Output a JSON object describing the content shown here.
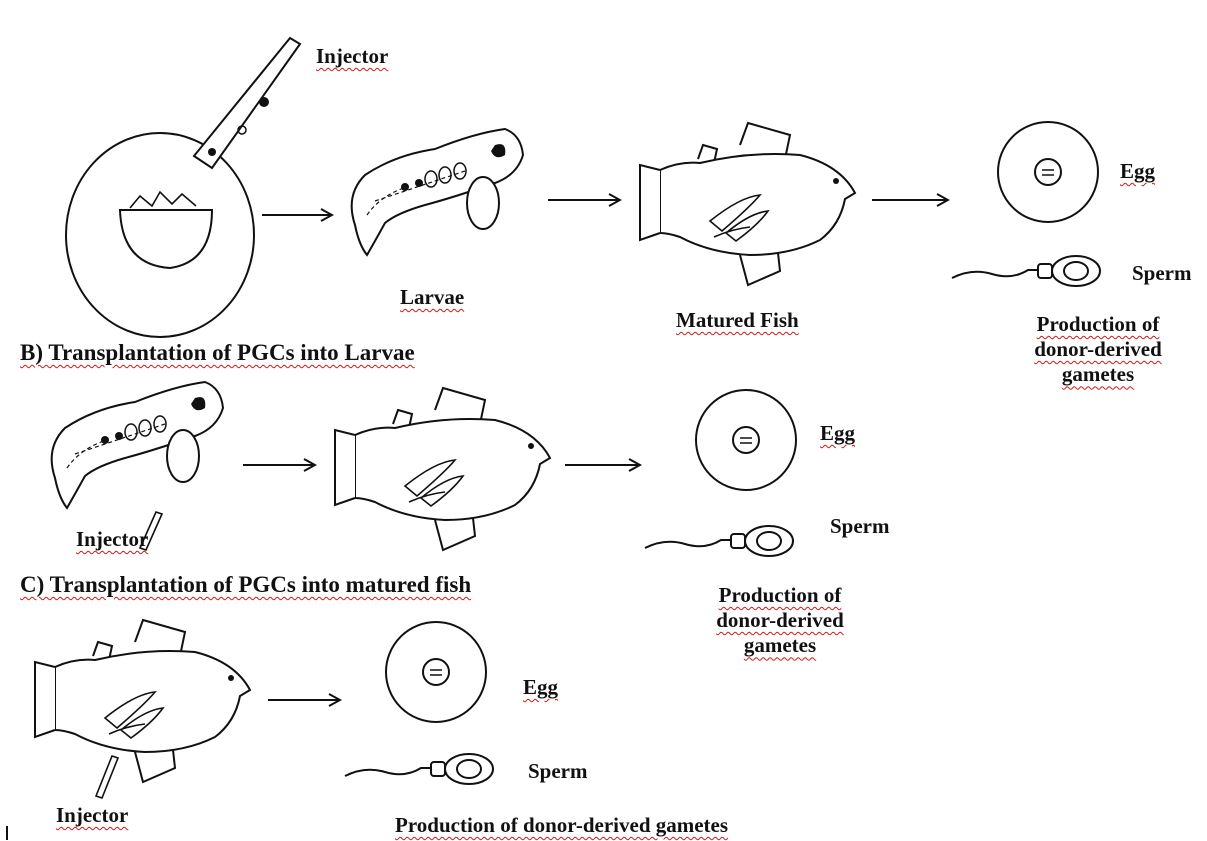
{
  "sections": {
    "a_title_fragment": "",
    "b_title": "B) Transplantation of PGCs into  Larvae",
    "c_title": "C) Transplantation of PGCs into  matured fish"
  },
  "row_a": {
    "injector": "Injector",
    "larvae": "Larvae",
    "matured_fish": "Matured Fish",
    "egg": "Egg",
    "sperm": "Sperm",
    "production": [
      "Production of",
      "donor-derived",
      "gametes"
    ]
  },
  "row_b": {
    "injector": "Injector",
    "egg": "Egg",
    "sperm": "Sperm",
    "production": [
      "Production of",
      "donor-derived",
      "gametes"
    ]
  },
  "row_c": {
    "injector": "Injector",
    "egg": "Egg",
    "sperm": "Sperm",
    "production": "Production of donor-derived gametes"
  },
  "colors": {
    "ink": "#111111",
    "spellcheck": "#d01818"
  }
}
